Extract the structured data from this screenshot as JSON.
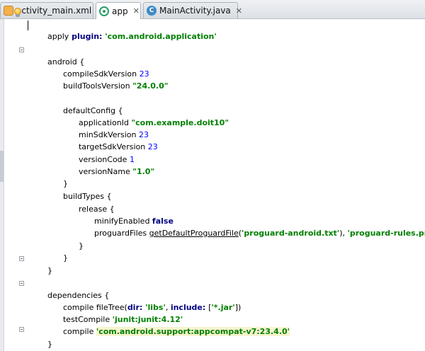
{
  "tabs": [
    {
      "label": "activity_main.xml",
      "icon": "xml-file-icon",
      "close": "✕"
    },
    {
      "label": "app",
      "icon": "gradle-file-icon",
      "close": "✕",
      "active": true
    },
    {
      "label": "MainActivity.java",
      "icon": "java-class-icon",
      "icon_letter": "C",
      "close": "✕"
    }
  ],
  "code": {
    "l1": {
      "a": "apply",
      "b": " plugin: ",
      "c": "'com.android.application'"
    },
    "l2": {
      "a": "android {"
    },
    "l3": {
      "a": "compileSdkVersion ",
      "b": "23"
    },
    "l4": {
      "a": "buildToolsVersion ",
      "b": "\"24.0.0\""
    },
    "l5": {
      "a": "defaultConfig {"
    },
    "l6": {
      "a": "applicationId ",
      "b": "\"com.example.doit10\""
    },
    "l7": {
      "a": "minSdkVersion ",
      "b": "23"
    },
    "l8": {
      "a": "targetSdkVersion ",
      "b": "23"
    },
    "l9": {
      "a": "versionCode ",
      "b": "1"
    },
    "l10": {
      "a": "versionName ",
      "b": "\"1.0\""
    },
    "l11": {
      "a": "}"
    },
    "l12": {
      "a": "buildTypes {"
    },
    "l13": {
      "a": "release {"
    },
    "l14": {
      "a": "minifyEnabled ",
      "b": "false"
    },
    "l15": {
      "a": "proguardFiles ",
      "b": "getDefaultProguardFile",
      "c": "(",
      "d": "'proguard-android.txt'",
      "e": "), ",
      "f": "'proguard-rules.pro'"
    },
    "l16": {
      "a": "}"
    },
    "l17": {
      "a": "}"
    },
    "l18": {
      "a": "}"
    },
    "l19": {
      "a": "dependencies {"
    },
    "l20": {
      "a": "compile fileTree(",
      "b": "dir: ",
      "c": "'libs'",
      "d": ", ",
      "e": "include: ",
      "f": "[",
      "g": "'*.jar'",
      "h": "])"
    },
    "l21": {
      "a": "testCompile ",
      "b": "'junit:junit:4.12'"
    },
    "l22": {
      "a": "compile ",
      "b": "'com.android.support:appcompat-v7:23.4.0'"
    },
    "l23": {
      "a": "}"
    }
  },
  "colors": {
    "keyword": "#000080",
    "string": "#008000",
    "number": "#0000ff",
    "highlight": "#f6f3cf"
  }
}
